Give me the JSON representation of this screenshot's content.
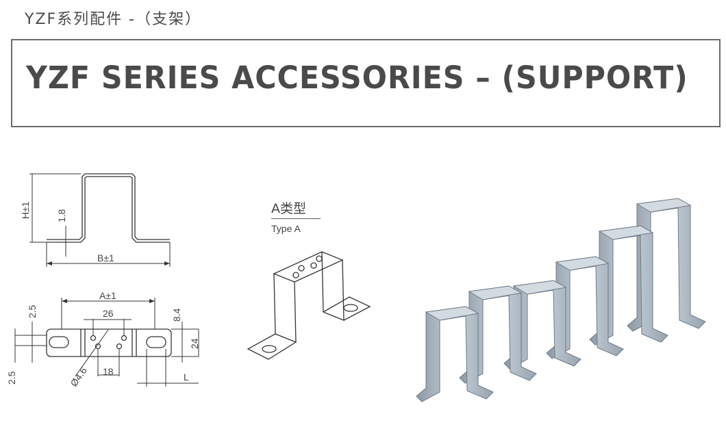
{
  "header": {
    "subtitle_cn": "YZF系列配件 -（支架）",
    "title": "YZF SERIES ACCESSORIES – (SUPPORT)"
  },
  "drawing": {
    "side_view": {
      "height_label": "H±1",
      "thickness_label": "1.8",
      "width_label": "B±1"
    },
    "top_view": {
      "length_label": "A±1",
      "edge_label": "2.5",
      "edge_label_bottom": "2.5",
      "hole_spacing": "26",
      "hole_offset": "18",
      "hole_diameter": "Ø4.6",
      "slot_height": "8.4",
      "width": "24",
      "slot_length": "L"
    }
  },
  "type_a": {
    "label_cn": "A类型",
    "label_en": "Type A"
  },
  "colors": {
    "metal": "#b7c2cc",
    "metal_dark": "#7f8b96",
    "border": "#6b6b6b"
  }
}
